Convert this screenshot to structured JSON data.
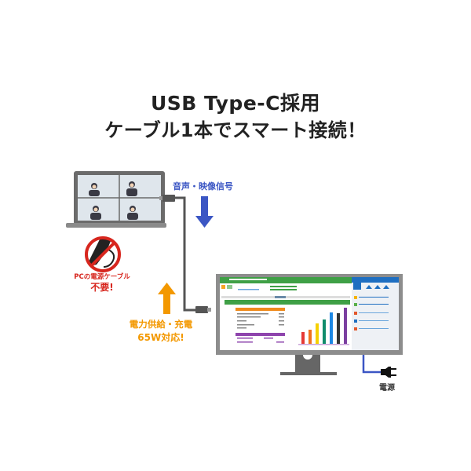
{
  "headline": {
    "line1": "USB Type-C採用",
    "line2": "ケーブル1本でスマート接続！"
  },
  "labels": {
    "signal": "音声・映像信号",
    "pc_cable_line1": "PCの電源ケーブル",
    "pc_cable_line2": "不要!",
    "power_line1": "電力供給・充電",
    "power_line2": "65W対応!",
    "power_source": "電源"
  },
  "colors": {
    "signal_blue": "#3b56c4",
    "power_orange": "#f39800",
    "warning_red": "#d7261e",
    "sheet_green": "#3fa046"
  }
}
